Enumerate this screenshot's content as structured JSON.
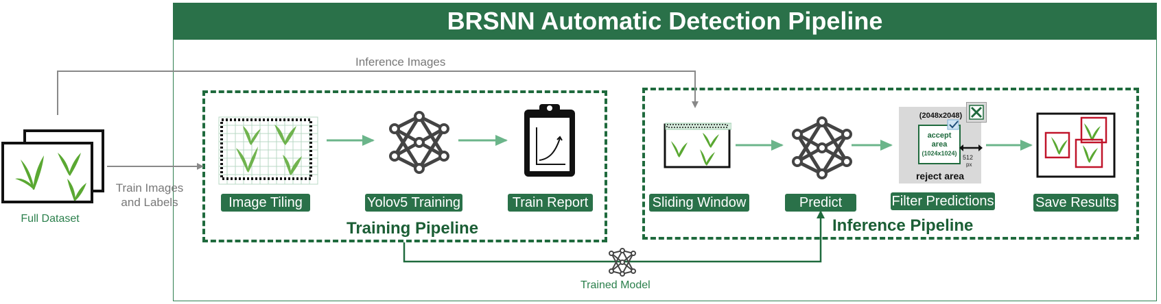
{
  "title": "BRSNN Automatic Detection Pipeline",
  "full_dataset": "Full Dataset",
  "inference_images": "Inference Images",
  "train_images_line1": "Train Images",
  "train_images_line2": "and Labels",
  "trained_model": "Trained Model",
  "training": {
    "title": "Training Pipeline",
    "steps": [
      "Image Tiling",
      "Yolov5 Training",
      "Train Report"
    ]
  },
  "inference": {
    "title": "Inference Pipeline",
    "steps": [
      "Sliding Window",
      "Predict",
      "Filter Predictions",
      "Save Results"
    ]
  },
  "filter_panel": {
    "size": "(2048x2048)",
    "accept_line1": "accept",
    "accept_line2": "area",
    "accept_size": "(1024x1024)",
    "margin_value": "512",
    "margin_unit": "px",
    "reject": "reject area"
  },
  "colors": {
    "primary": "#2a7149",
    "arrow": "#6bb58a",
    "connector": "#888888",
    "plant": "#5aa832",
    "detection_box": "#c0142a"
  }
}
